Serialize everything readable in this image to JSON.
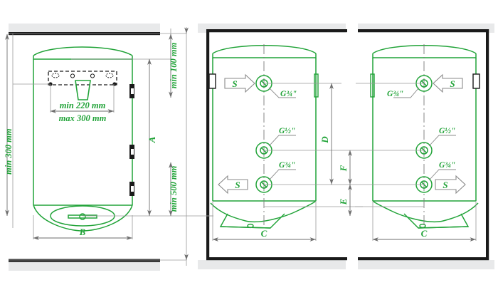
{
  "diagram": {
    "title": "Water heater wall installation clearance diagram",
    "colors": {
      "outline_green": "#21a338",
      "outline_green_dark": "#1d8a2f",
      "dimension_gray": "#6e6e6e",
      "wall_black": "#1a1a1a",
      "wall_fill": "#e8e9ea",
      "background": "#ffffff"
    },
    "panels": [
      {
        "id": "front-view",
        "name": "front-view-panel"
      },
      {
        "id": "side-view-left-connection",
        "name": "side-view-left-panel"
      },
      {
        "id": "side-view-right-connection",
        "name": "side-view-right-panel"
      }
    ]
  },
  "labels": {
    "min_100": "min 100 mm",
    "min_300": "min 300 mm",
    "min_500": "min 500 mm",
    "min_220": "min 220 mm",
    "max_300": "max 300 mm",
    "dim_a": "A",
    "dim_b": "B",
    "dim_c_left": "C",
    "dim_c_right": "C",
    "dim_d": "D",
    "dim_e": "E",
    "dim_f": "F",
    "thread_top_mid": "G¾\"",
    "thread_center_mid": "G½\"",
    "thread_bottom_mid": "G¾\"",
    "thread_top_right": "G¾\"",
    "thread_center_right": "G½\"",
    "thread_bottom_right": "G¾\"",
    "flow_mid_top": "S",
    "flow_mid_bottom": "S",
    "flow_right_top": "S",
    "flow_right_bottom": "S"
  },
  "chart_data": {
    "type": "table",
    "title": "Installation clearances",
    "categories": [
      "min 100 mm",
      "min 300 mm",
      "min 500 mm",
      "min 220 mm",
      "max 300 mm"
    ],
    "values": [
      100,
      300,
      500,
      220,
      300
    ],
    "unit": "mm",
    "symbolic_dimensions": [
      "A",
      "B",
      "C",
      "D",
      "E",
      "F"
    ],
    "thread_sizes": [
      "G¾\"",
      "G½\"",
      "G¾\""
    ]
  }
}
